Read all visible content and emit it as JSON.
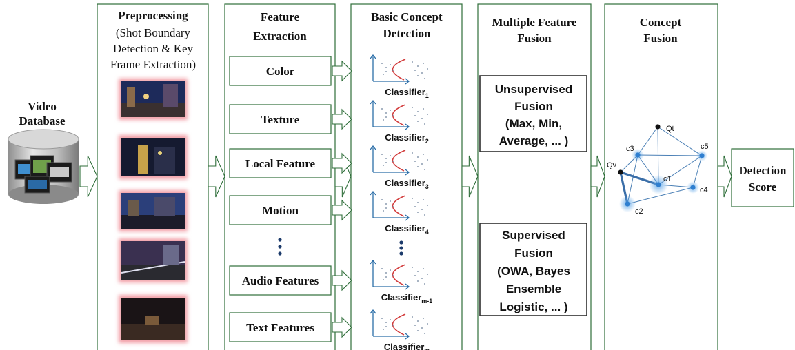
{
  "panels": {
    "video": {
      "title_lines": [
        "Video",
        "Database"
      ]
    },
    "preprocessing": {
      "title": "Preprocessing",
      "subtitle_lines": [
        "(Shot Boundary",
        "Detection & Key",
        "Frame Extraction)"
      ],
      "frame_count": 5
    },
    "feature_extraction": {
      "title_lines": [
        "Feature",
        "Extraction"
      ],
      "features": [
        "Color",
        "Texture",
        "Local Feature",
        "Motion",
        "Audio Features",
        "Text Features"
      ]
    },
    "concept_detection": {
      "title_lines": [
        "Basic Concept",
        "Detection"
      ],
      "classifiers": [
        {
          "label": "Classifier",
          "sub": "1"
        },
        {
          "label": "Classifier",
          "sub": "2"
        },
        {
          "label": "Classifier",
          "sub": "3"
        },
        {
          "label": "Classifier",
          "sub": "4"
        },
        {
          "label": "Classifier",
          "sub": "m-1"
        },
        {
          "label": "Classifier",
          "sub": "m"
        }
      ]
    },
    "multiple_fusion": {
      "title_lines": [
        "Multiple Feature",
        "Fusion"
      ],
      "unsupervised_lines": [
        "Unsupervised",
        "Fusion",
        "(Max, Min,",
        "Average, ... )"
      ],
      "supervised_lines": [
        "Supervised",
        "Fusion",
        "(OWA, Bayes",
        "Ensemble",
        "Logistic, ... )"
      ]
    },
    "concept_fusion": {
      "title_lines": [
        "Concept",
        "Fusion"
      ],
      "graph_nodes": [
        "Qt",
        "c3",
        "c5",
        "Qv",
        "c1",
        "c4",
        "c2"
      ]
    },
    "output": {
      "lines": [
        "Detection",
        "Score"
      ]
    }
  },
  "colors": {
    "panel_border": "#2f6e3a",
    "node_blue": "#2f7fd0",
    "node_black": "#111111",
    "curve_red": "#d23a3a",
    "dots_blue": "#2b6ea8"
  }
}
